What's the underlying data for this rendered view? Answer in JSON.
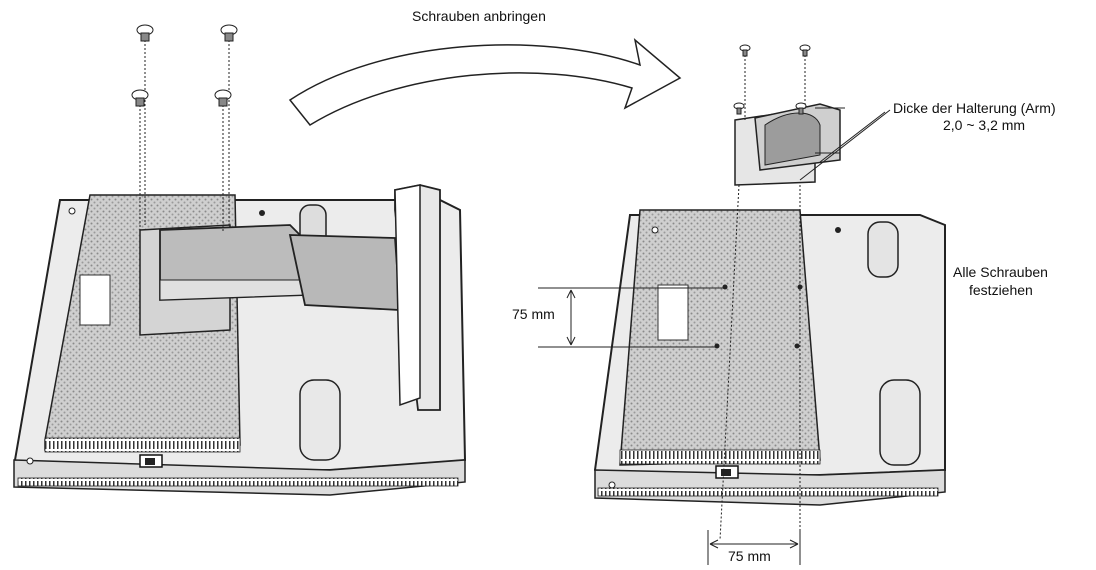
{
  "labels": {
    "attach_screws": "Schrauben anbringen",
    "arm_thickness_title": "Dicke der Halterung (Arm)",
    "arm_thickness_range": "2,0 ~ 3,2 mm",
    "tighten_line1": "Alle Schrauben",
    "tighten_line2": "festziehen",
    "dim_vertical": "75 mm",
    "dim_horizontal": "75 mm"
  }
}
